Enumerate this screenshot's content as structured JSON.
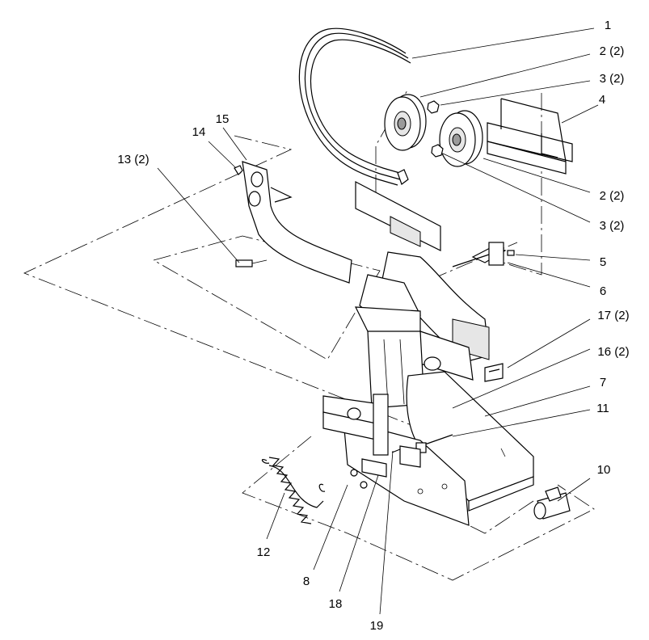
{
  "callouts": {
    "c1": "1",
    "c2a": "2 (2)",
    "c3a": "3 (2)",
    "c4": "4",
    "c2b": "2 (2)",
    "c3b": "3 (2)",
    "c5": "5",
    "c6": "6",
    "c17": "17 (2)",
    "c16": "16 (2)",
    "c7": "7",
    "c11": "11",
    "c10": "10",
    "c15": "15",
    "c14": "14",
    "c13": "13 (2)",
    "c12": "12",
    "c8": "8",
    "c18": "18",
    "c19": "19"
  }
}
